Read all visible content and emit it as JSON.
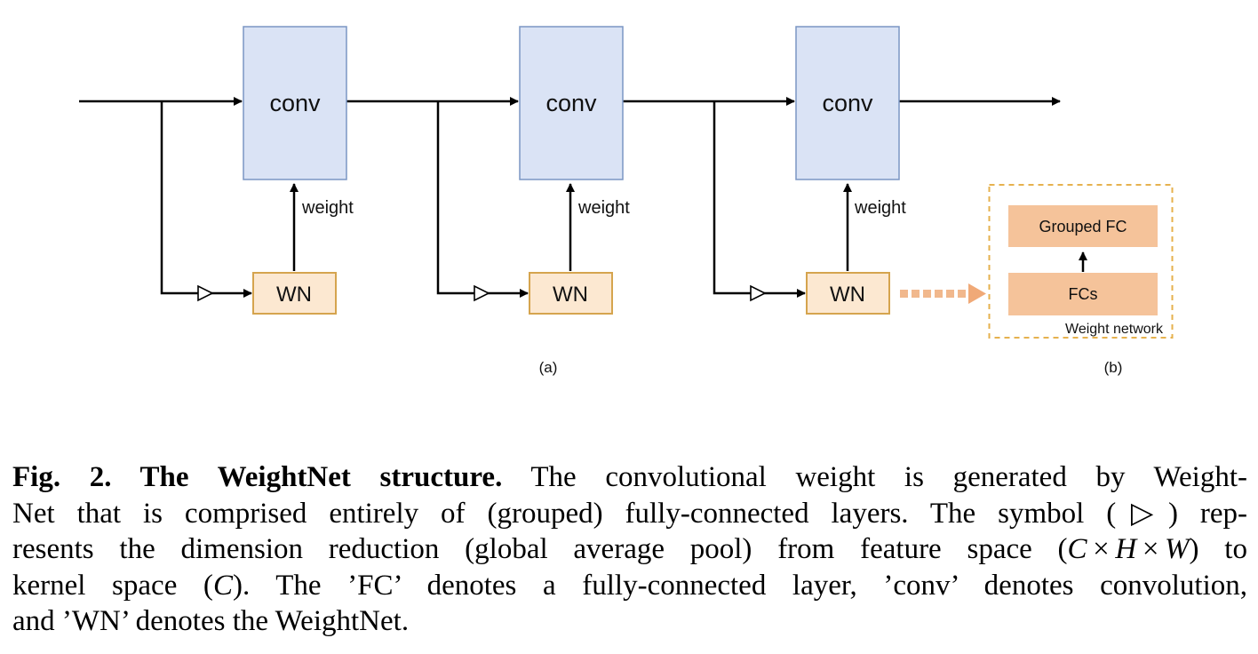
{
  "figure": {
    "panel_a_label": "(a)",
    "panel_b_label": "(b)",
    "units": [
      {
        "conv": "conv",
        "wn": "WN",
        "weight": "weight"
      },
      {
        "conv": "conv",
        "wn": "WN",
        "weight": "weight"
      },
      {
        "conv": "conv",
        "wn": "WN",
        "weight": "weight"
      }
    ],
    "weight_network": {
      "grouped_fc": "Grouped FC",
      "fcs": "FCs",
      "label": "Weight network"
    },
    "colors": {
      "conv_fill": "#dae3f5",
      "conv_border": "#7b96c4",
      "wn_fill": "#fce8d1",
      "wn_border": "#d5a44e",
      "fc_fill": "#f5c39a",
      "dashed_border": "#e6b14e",
      "dotted_arrow": "#f1b88d",
      "line": "#000000"
    }
  },
  "caption": {
    "lines": [
      [
        {
          "t": "Fig. 2. The WeightNet structure.",
          "b": true
        },
        {
          "t": " The convolutional weight is generated by Weight-"
        }
      ],
      [
        {
          "t": "Net that is comprised entirely of (grouped) fully-connected layers. The symbol (▷) rep-"
        }
      ],
      [
        {
          "t": "resents the dimension reduction (global average pool) from feature space ("
        },
        {
          "t": "C",
          "i": true
        },
        {
          "t": " × "
        },
        {
          "t": "H",
          "i": true
        },
        {
          "t": " × "
        },
        {
          "t": "W",
          "i": true
        },
        {
          "t": ") to"
        }
      ],
      [
        {
          "t": "kernel space ("
        },
        {
          "t": "C",
          "i": true
        },
        {
          "t": "). The ’FC’ denotes a fully-connected layer, ’conv’ denotes convolution,"
        }
      ],
      [
        {
          "t": "and ’WN’ denotes the WeightNet."
        }
      ]
    ]
  }
}
